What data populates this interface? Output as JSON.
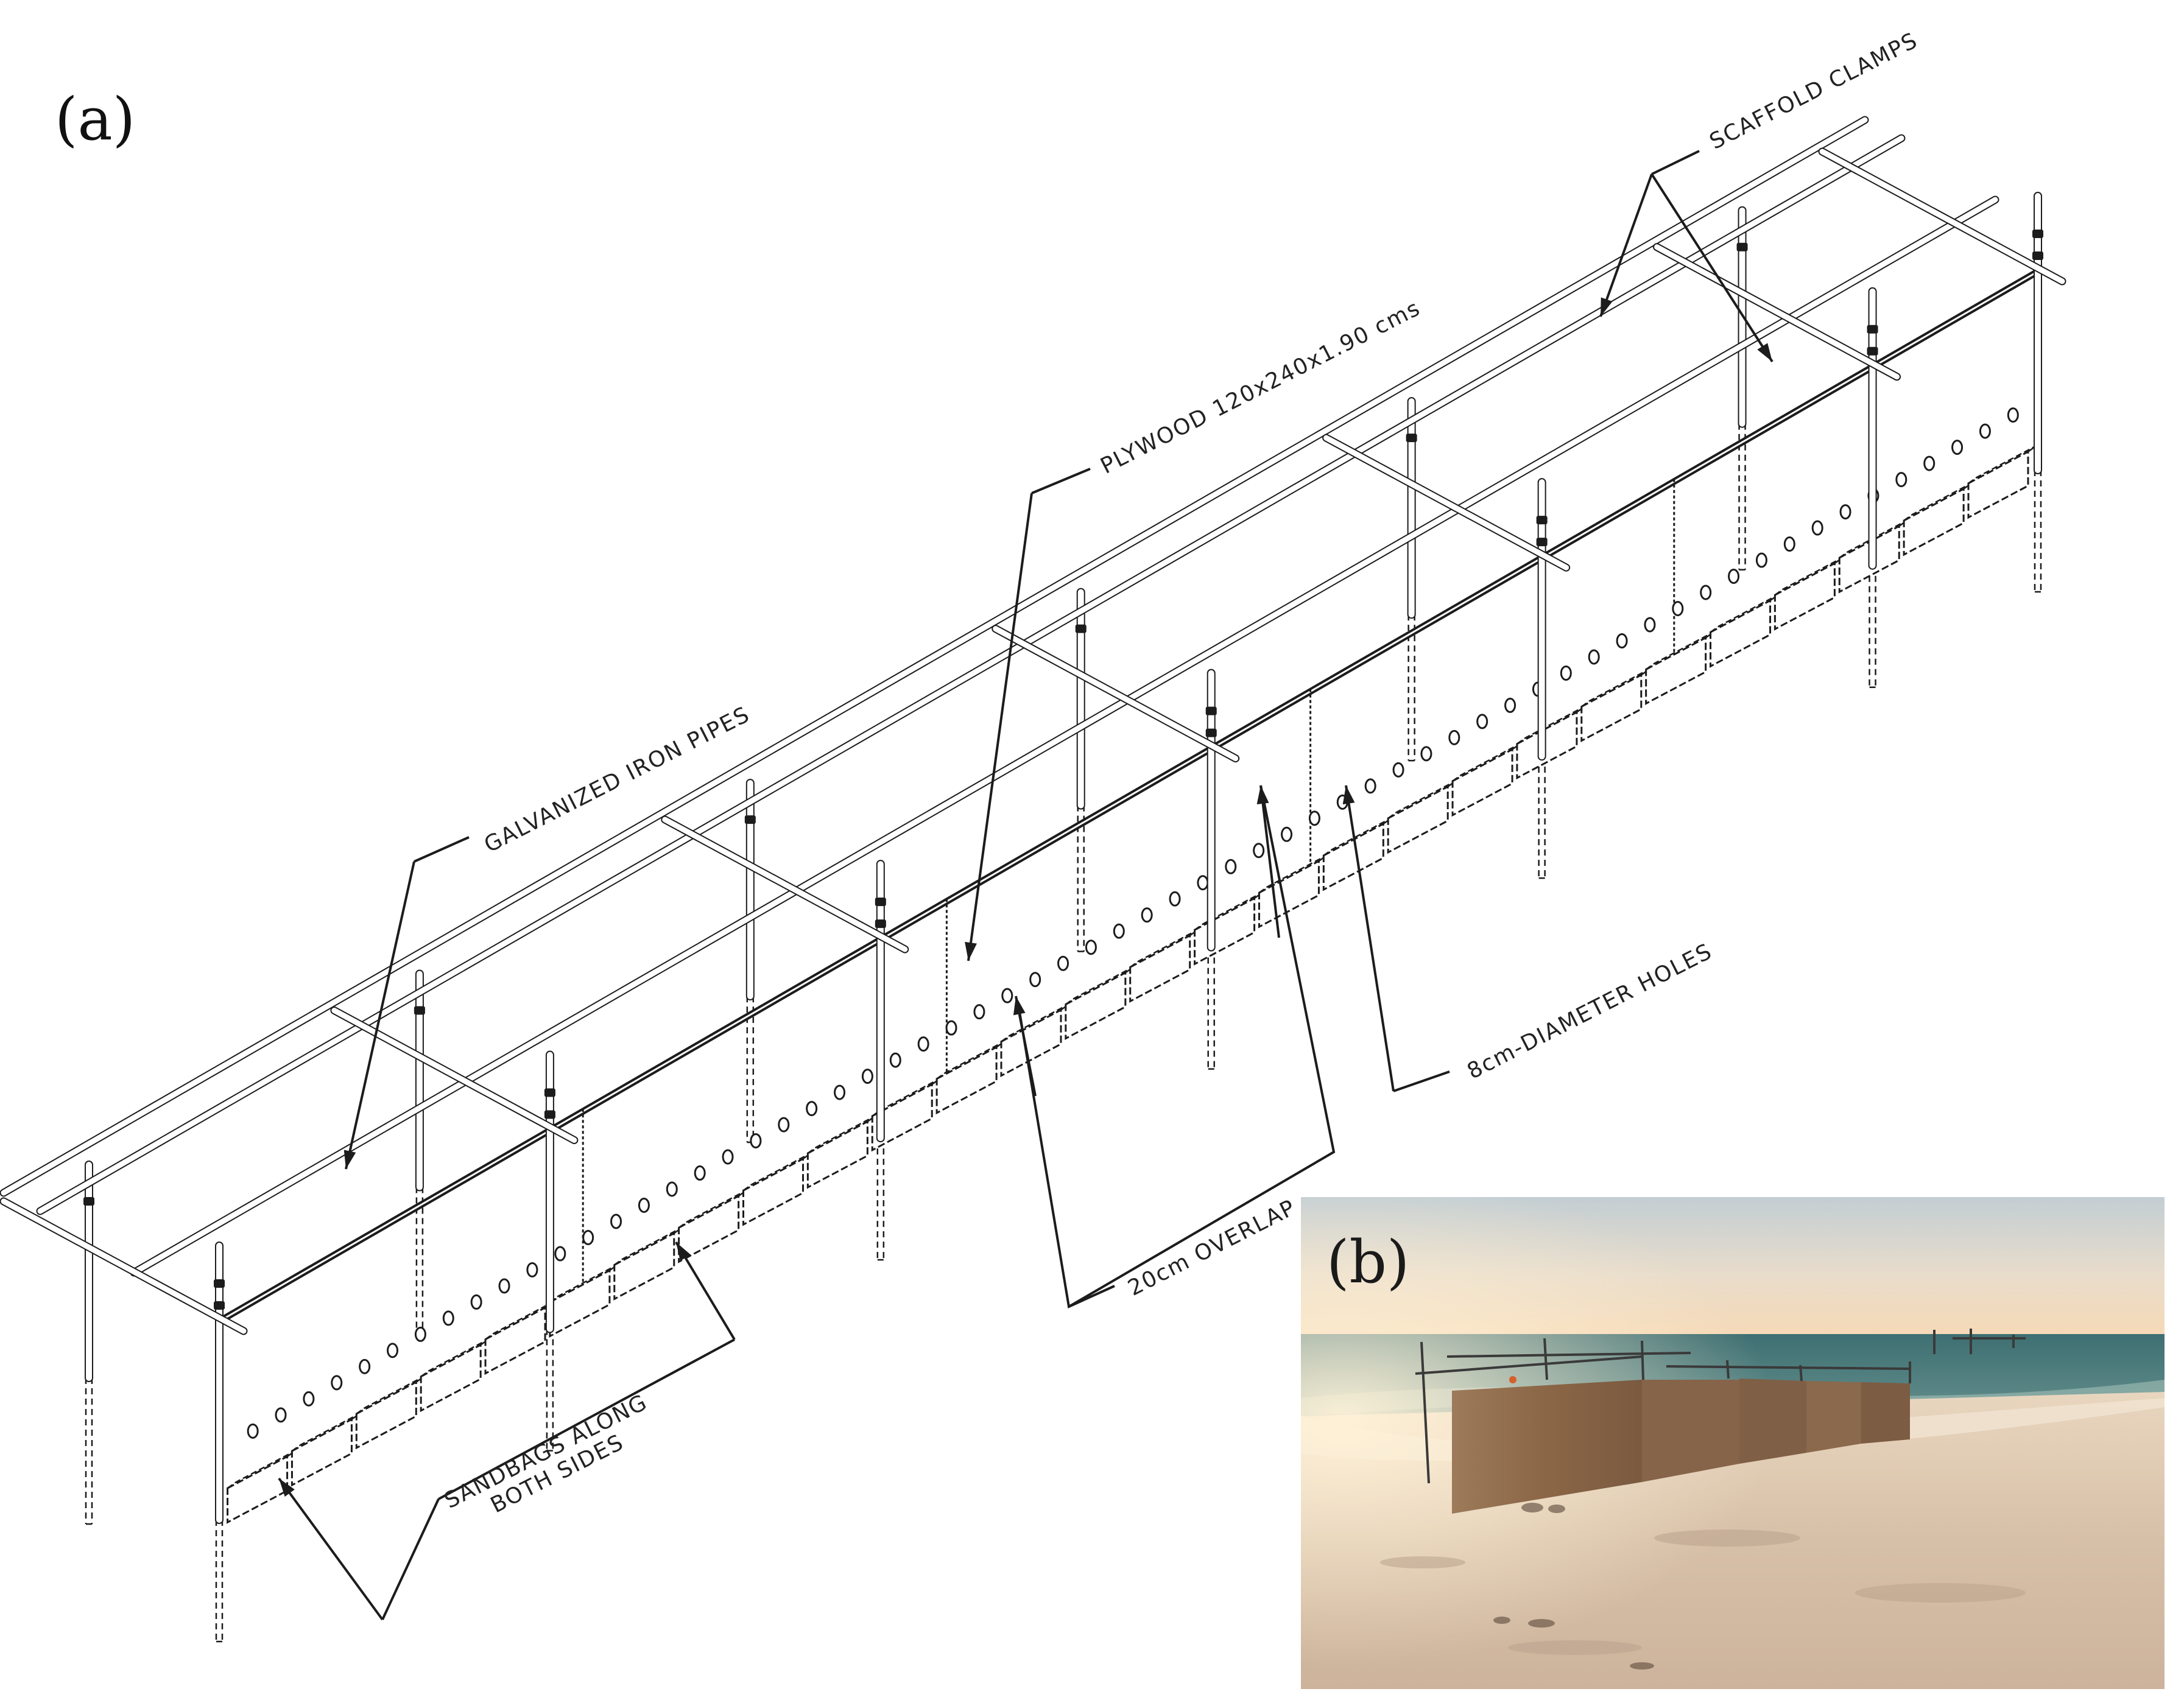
{
  "panels": {
    "a": {
      "label": "(a)"
    },
    "b": {
      "label": "(b)"
    }
  },
  "callouts": {
    "scaffold_clamps": "SCAFFOLD CLAMPS",
    "plywood": "PLYWOOD 120x240x1.90 cms",
    "galvanized_pipes": "GALVANIZED IRON PIPES",
    "holes": "8cm-DIAMETER HOLES",
    "overlap": "20cm OVERLAP",
    "sandbags": "SANDBAGS ALONG\nBOTH SIDES"
  },
  "colors": {
    "line": "#1c1c1c",
    "pipe_fill": "#ffffff",
    "sky_top": "#c9d4d8",
    "sky_horizon": "#f3dcc0",
    "sea": "#4f7f80",
    "sand": "#d8c4b0",
    "wood": "#8e6a4c"
  }
}
